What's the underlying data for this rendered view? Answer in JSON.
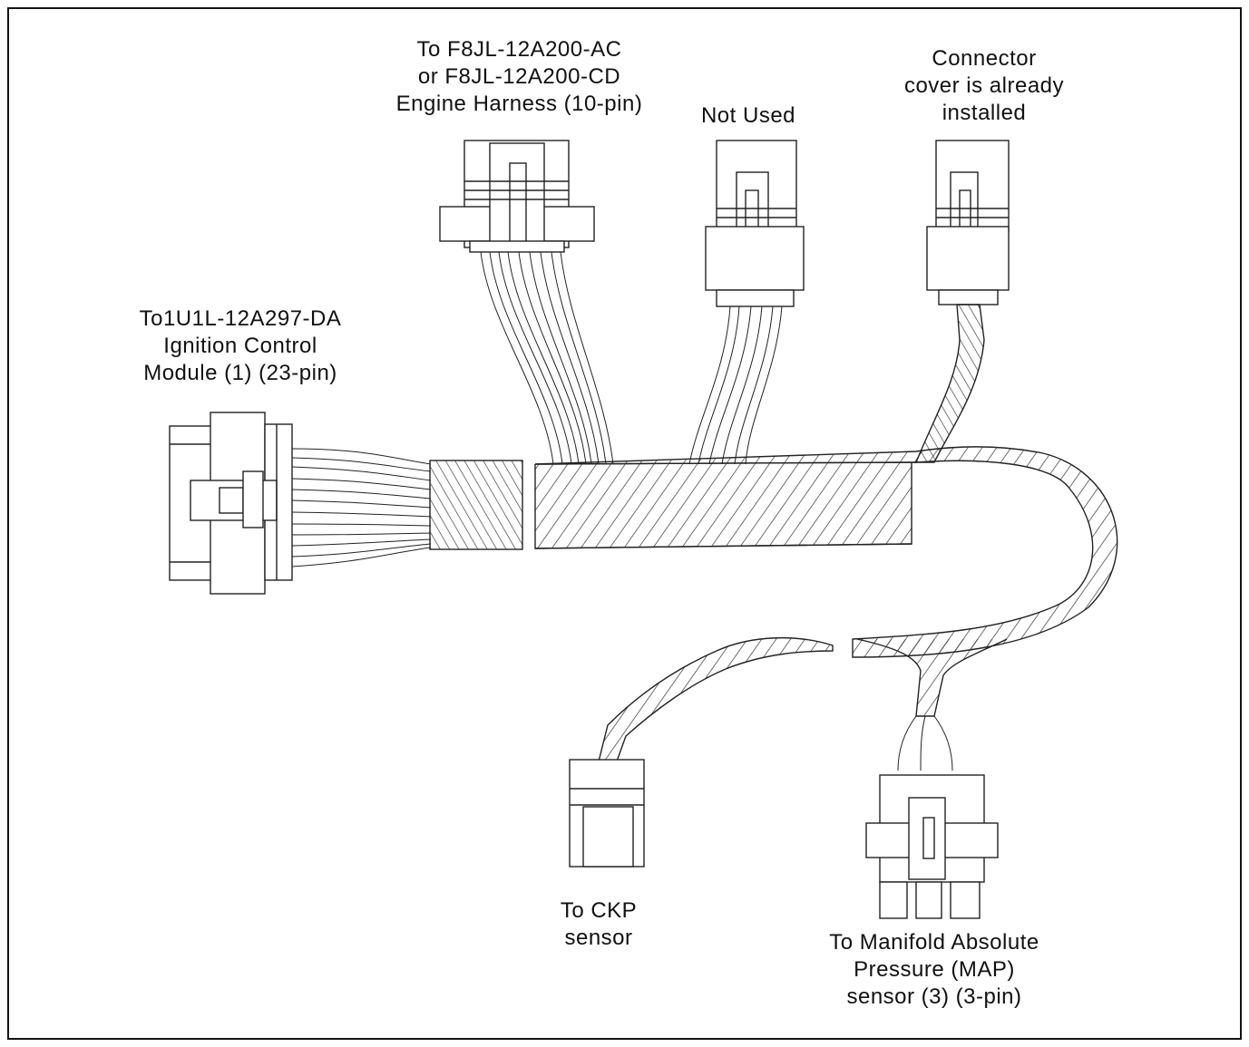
{
  "labels": {
    "engine_harness": {
      "line1": "To F8JL-12A200-AC",
      "line2": "or F8JL-12A200-CD",
      "line3": "Engine Harness (10-pin)"
    },
    "not_used": {
      "line1": "Not Used"
    },
    "connector_cover": {
      "line1": "Connector",
      "line2": "cover is already",
      "line3": "installed"
    },
    "ignition_module": {
      "line1": "To1U1L-12A297-DA",
      "line2": "Ignition Control",
      "line3": "Module (1) (23-pin)"
    },
    "ckp_sensor": {
      "line1": "To CKP",
      "line2": "sensor"
    },
    "map_sensor": {
      "line1": "To Manifold Absolute",
      "line2": "Pressure (MAP)",
      "line3": "sensor (3) (3-pin)"
    }
  }
}
